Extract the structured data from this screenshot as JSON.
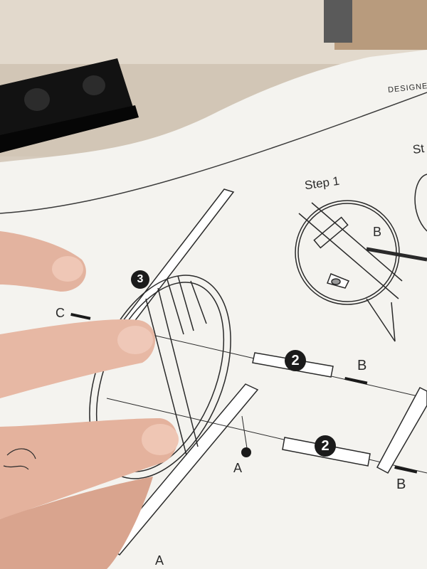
{
  "header": {
    "brand_text": "DESIGNE"
  },
  "steps": {
    "step1_title": "Step 1",
    "step2_partial": "St"
  },
  "badges": {
    "part3": "3",
    "part2_upper": "2",
    "part2_lower": "2"
  },
  "hardware_labels": {
    "c_left": "C",
    "b_inset": "B",
    "b_upper": "B",
    "a_mid": "A",
    "b_lower": "B",
    "a_bottom": "A"
  },
  "colors": {
    "paper": "#f4f3ef",
    "ink": "#2a2a2a",
    "skin": "#e6b7a3",
    "floor": "#d8cdbf"
  }
}
